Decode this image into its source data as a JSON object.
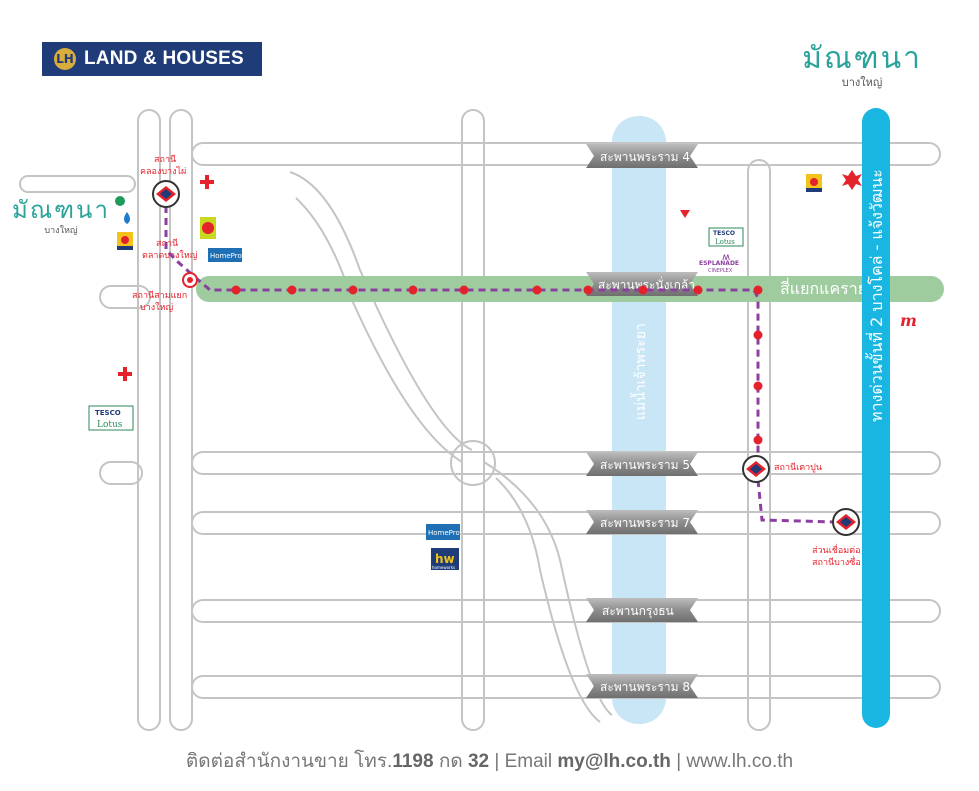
{
  "brand": {
    "mark": "LH",
    "name": "LAND & HOUSES"
  },
  "project_logo": {
    "name": "มัณฑนา",
    "subtitle": "บางใหญ่"
  },
  "map_logo": {
    "name": "มัณฑนา",
    "subtitle": "บางใหญ่"
  },
  "river": {
    "label": "แม่น้ำเจ้าพระยา"
  },
  "expressway": {
    "label": "ทางด่วนขั้นที่ 2 บางโคล่ - แจ้งวัฒนะ"
  },
  "main_road": {
    "label": "สี่แยกแคราย"
  },
  "bridges": [
    {
      "label": "สะพานพระราม 4"
    },
    {
      "label": "สะพานพระนั่งเกล้า"
    },
    {
      "label": "สะพานพระราม 5"
    },
    {
      "label": "สะพานพระราม 7"
    },
    {
      "label": "สะพานกรุงธน"
    },
    {
      "label": "สะพานพระราม 8"
    }
  ],
  "stations": [
    {
      "label_line1": "สถานี",
      "label_line2": "คลองบางไผ่"
    },
    {
      "label_line1": "สถานี",
      "label_line2": "ตลาดบางใหญ่"
    },
    {
      "label_line1": "สถานีสามแยก",
      "label_line2": "บางใหญ่"
    },
    {
      "label_line1": "สถานีเตาปูน",
      "label_line2": ""
    },
    {
      "label_line1": "ส่วนเชื่อมต่อ",
      "label_line2": "สถานีบางซื่อ"
    }
  ],
  "landmarks": {
    "tesco_top": "TESCO",
    "tesco_bottom": "Lotus",
    "homepro": "HomePro",
    "hw": "hw",
    "hw_sub": "homeworks",
    "esplanade": "ESPLANADE",
    "esplanade_sub": "CINEPLEX"
  },
  "footer": {
    "contact_text": "ติดต่อสำนักงานขาย โทร.",
    "phone": "1198",
    "ext_label": " กด ",
    "ext": "32",
    "email_label": " | Email ",
    "email": "my@lh.co.th",
    "website": " | www.lh.co.th"
  },
  "colors": {
    "road_outline": "#c4c4c4",
    "main_road": "#9fcc9f",
    "river": "#c8e6f5",
    "expressway": "#19b6e2",
    "purple_line": "#8c3fa0",
    "station_red": "#e3222b",
    "brand_blue": "#1f3c78",
    "logo_teal": "#2aa39a"
  }
}
